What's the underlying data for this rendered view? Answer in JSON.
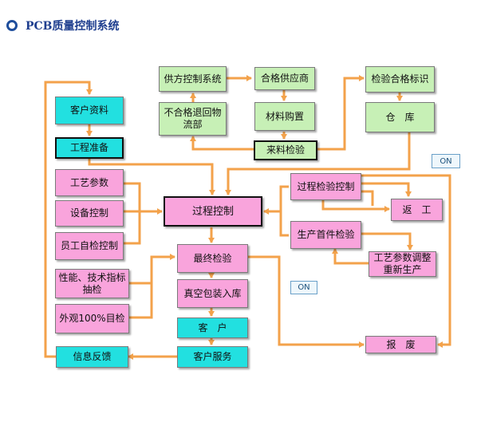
{
  "title": "PCB质量控制系统",
  "colors": {
    "line": "#f3a24b",
    "green": "#c7f0b6",
    "cyan": "#22e0e0",
    "pink": "#f9a4dc",
    "title": "#1f3f8f"
  },
  "nodes": {
    "supplier_control": "供方控制系统",
    "qualified_supplier": "合格供应商",
    "reject_return": "不合格退回物流部",
    "material_purchase": "材料购置",
    "incoming_inspection": "来料检验",
    "inspection_label": "检验合格标识",
    "warehouse": "仓　库",
    "customer_data": "客户资料",
    "engineering_prep": "工程准备",
    "process_params": "工艺参数",
    "equipment_control": "设备控制",
    "staff_self_check": "员工自检控制",
    "process_control": "过程控制",
    "inprocess_inspection": "过程检验控制",
    "rework": "返　工",
    "first_article": "生产首件检验",
    "adjust_params": "工艺参数调整重新生产",
    "final_inspection": "最终检验",
    "performance_sampling": "性能、技术指标抽检",
    "visual_inspection": "外观100%目检",
    "vacuum_packing": "真空包装入库",
    "customer": "客　户",
    "customer_service": "客户服务",
    "info_feedback": "信息反馈",
    "scrap": "报　废"
  },
  "callouts": {
    "on_top": "ON",
    "on_bottom": "ON"
  }
}
